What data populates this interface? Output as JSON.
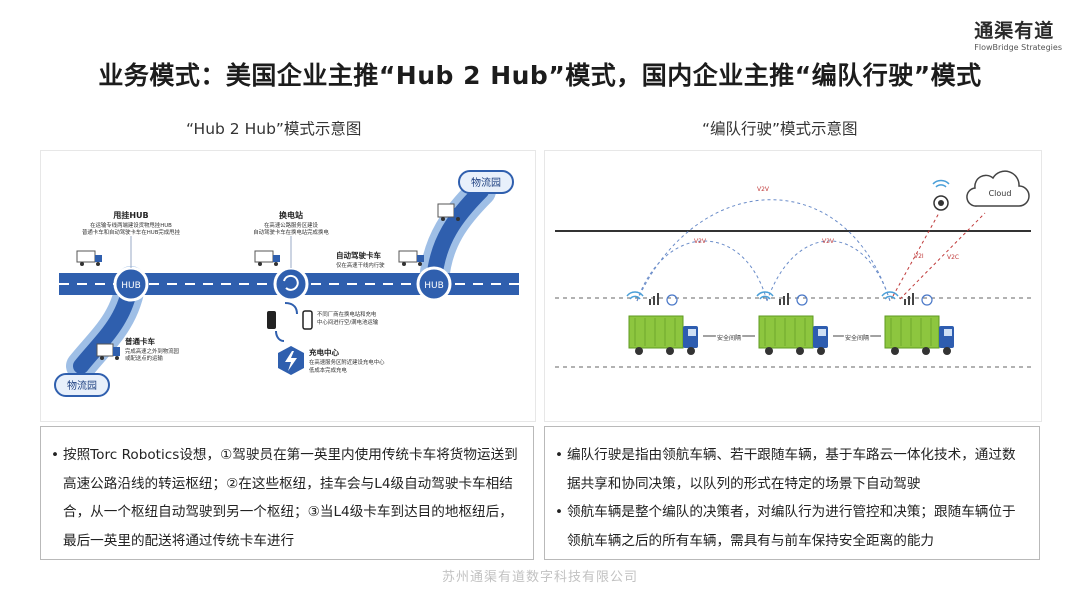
{
  "brand": {
    "name_cn": "通渠有道",
    "name_en": "FlowBridge Strategies"
  },
  "title": "业务模式：美国企业主推“Hub 2 Hub”模式，国内企业主推“编队行驶”模式",
  "left": {
    "subtitle": "“Hub 2 Hub”模式示意图",
    "diagram": {
      "logistics_park_top": "物流园",
      "logistics_park_bottom": "物流园",
      "hub_label_1": "HUB",
      "hub_label_2": "HUB",
      "transfer_hub_title": "甩挂HUB",
      "transfer_hub_desc1": "在运输专线两端建设货物甩挂HUB",
      "transfer_hub_desc2": "普通卡车和自动驾驶卡车在HUB完成甩挂",
      "swap_station_title": "换电站",
      "swap_station_desc1": "在高速公路服务区建设",
      "swap_station_desc2": "自动驾驶卡车在换电站完成换电",
      "auto_truck_title": "自动驾驶卡车",
      "auto_truck_desc": "仅在高速干线内行驶",
      "regular_truck_title": "普通卡车",
      "regular_truck_desc1": "完成高速之外到物流园",
      "regular_truck_desc2": "或配送点的运输",
      "battery_note1": "不同厂商在换电站和充电",
      "battery_note2": "中心间进行空/满电池运输",
      "charging_title": "充电中心",
      "charging_desc1": "在高速服务区附近建设充电中心",
      "charging_desc2": "低成本完成充电"
    },
    "bullets": [
      "按照Torc Robotics设想，①驾驶员在第一英里内使用传统卡车将货物运送到高速公路沿线的转运枢纽；②在这些枢纽，挂车会与L4级自动驾驶卡车相结合，从一个枢纽自动驾驶到另一个枢纽；③当L4级卡车到达目的地枢纽后，最后一英里的配送将通过传统卡车进行"
    ]
  },
  "right": {
    "subtitle": "“编队行驶”模式示意图",
    "diagram": {
      "cloud_label": "Cloud",
      "v2v_top": "V2V",
      "v2v_left": "V2V",
      "v2v_mid": "V2V",
      "v2i": "V2I",
      "v2c": "V2C",
      "safe_distance_1": "安全间隔",
      "safe_distance_2": "安全间隔"
    },
    "bullets": [
      "编队行驶是指由领航车辆、若干跟随车辆，基于车路云一体化技术，通过数据共享和协同决策，以队列的形式在特定的场景下自动驾驶",
      "领航车辆是整个编队的决策者，对编队行为进行管控和决策；跟随车辆位于领航车辆之后的所有车辆，需具有与前车保持安全距离的能力"
    ]
  },
  "footer": "苏州通渠有道数字科技有限公司",
  "colors": {
    "road_blue": "#2f5fae",
    "light_blue": "#9fbfe6",
    "truck_green": "#8dc63f",
    "cab_blue": "#2e5db0",
    "arrow_blue": "#4a78c8"
  }
}
